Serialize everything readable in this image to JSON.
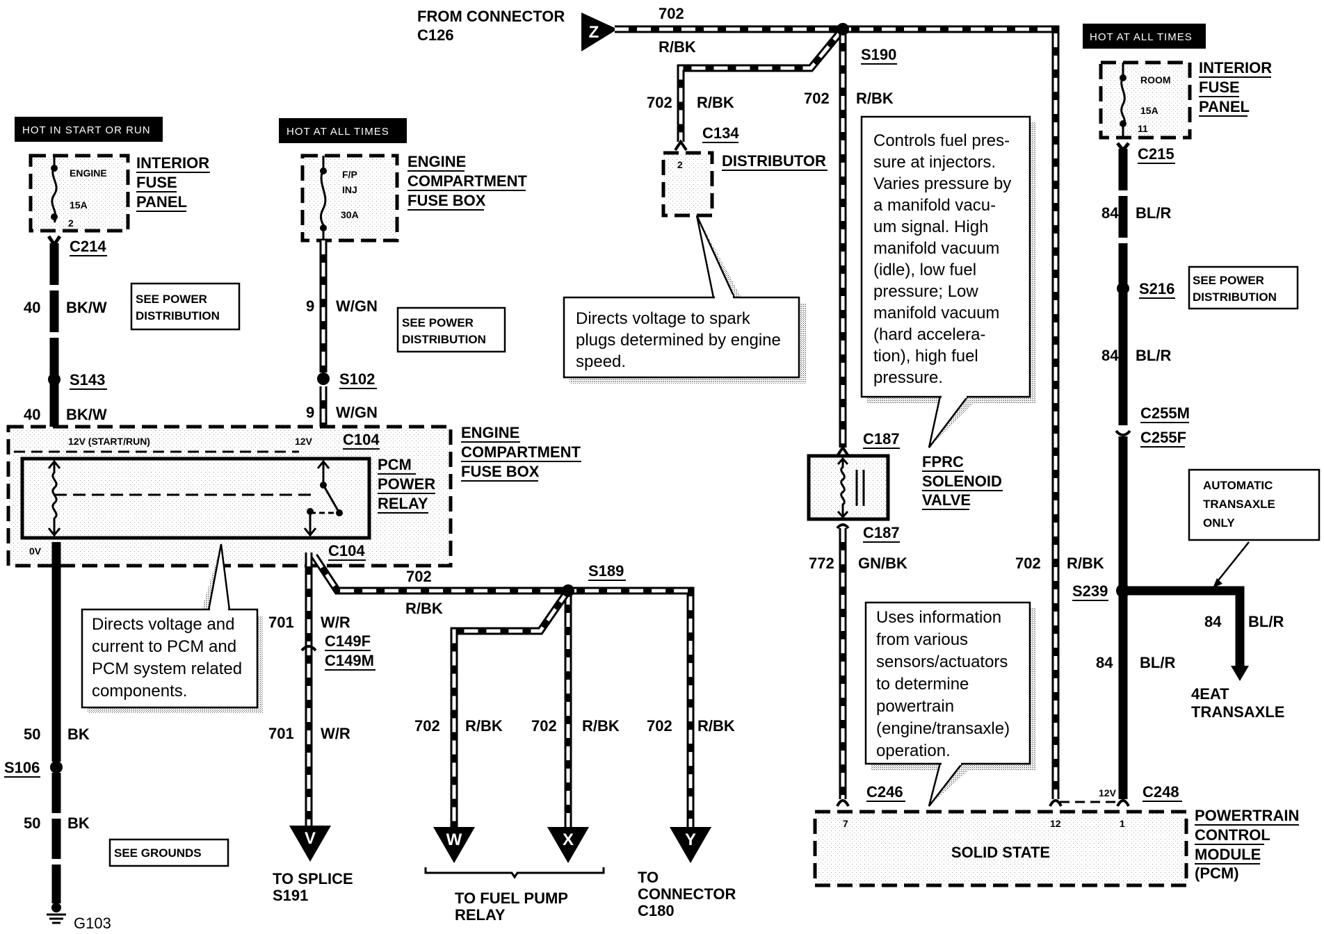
{
  "hot_labels": {
    "start_run": "HOT IN START OR RUN",
    "all_times_1": "HOT AT ALL TIMES",
    "all_times_2": "HOT AT ALL TIMES"
  },
  "fuses": {
    "engine": {
      "name": "ENGINE",
      "rating": "15A",
      "pin": "2",
      "panel": [
        "INTERIOR",
        "FUSE",
        "PANEL"
      ]
    },
    "fp_inj": {
      "name_1": "F/P",
      "name_2": "INJ",
      "rating": "30A",
      "panel": [
        "ENGINE",
        "COMPARTMENT",
        "FUSE BOX"
      ]
    },
    "room": {
      "name": "ROOM",
      "rating": "15A",
      "pin": "11",
      "panel": [
        "INTERIOR",
        "FUSE",
        "PANEL"
      ]
    }
  },
  "connectors": {
    "c214": "C214",
    "c215": "C215",
    "c104_top": "C104",
    "c104_bottom": "C104",
    "c149f": "C149F",
    "c149m": "C149M",
    "c134": "C134",
    "c187_top": "C187",
    "c187_bottom": "C187",
    "c255m": "C255M",
    "c255f": "C255F",
    "c246": "C246",
    "c248": "C248"
  },
  "splices": {
    "s143": "S143",
    "s102": "S102",
    "s106": "S106",
    "s189": "S189",
    "s190": "S190",
    "s216": "S216",
    "s239": "S239"
  },
  "ground": "G103",
  "wires": {
    "w40": {
      "circuit": "40",
      "color": "BK/W"
    },
    "w9": {
      "circuit": "9",
      "color": "W/GN"
    },
    "w50": {
      "circuit": "50",
      "color": "BK"
    },
    "w701": {
      "circuit": "701",
      "color": "W/R"
    },
    "w702": {
      "circuit": "702",
      "color": "R/BK"
    },
    "w772": {
      "circuit": "772",
      "color": "GN/BK"
    },
    "w84": {
      "circuit": "84",
      "color": "BL/R"
    }
  },
  "notes": {
    "see_power_1": [
      "SEE POWER",
      "DISTRIBUTION"
    ],
    "see_power_2": [
      "SEE POWER",
      "DISTRIBUTION"
    ],
    "see_power_3": [
      "SEE POWER",
      "DISTRIBUTION"
    ],
    "see_grounds": "SEE GROUNDS",
    "auto_only": [
      "AUTOMATIC",
      "TRANSAXLE",
      "ONLY"
    ]
  },
  "relay": {
    "label": [
      "PCM",
      "POWER",
      "RELAY"
    ],
    "v_start_run": "12V (START/RUN)",
    "v_12": "12V",
    "v_0": "0V",
    "box_label": [
      "ENGINE",
      "COMPARTMENT",
      "FUSE BOX"
    ]
  },
  "distributor": {
    "label": "DISTRIBUTOR",
    "pin": "2"
  },
  "fprc": {
    "label": [
      "FPRC",
      "SOLENOID",
      "VALVE"
    ]
  },
  "pcm": {
    "label": [
      "POWERTRAIN",
      "CONTROL",
      "MODULE",
      "(PCM)"
    ],
    "center": "SOLID STATE",
    "pins": [
      "7",
      "12",
      "1"
    ],
    "v_12": "12V"
  },
  "callouts": {
    "relay": [
      "Directs voltage and",
      "current to PCM and",
      "PCM system related",
      "components."
    ],
    "distributor": [
      "Directs voltage to spark",
      "plugs determined by engine",
      "speed."
    ],
    "fprc": [
      "Controls fuel pres-",
      "sure at injectors.",
      "Varies pressure by",
      "a manifold vacu-",
      "um signal. High",
      "manifold vacuum",
      "(idle), low fuel",
      "pressure; Low",
      "manifold vacuum",
      "(hard accelera-",
      "tion), high fuel",
      "pressure."
    ],
    "pcm": [
      "Uses information",
      "from various",
      "sensors/actuators",
      "to determine",
      "powertrain",
      "(engine/transaxle)",
      "operation."
    ]
  },
  "destinations": {
    "from_c126": [
      "FROM CONNECTOR",
      "C126"
    ],
    "z": "Z",
    "v": "V",
    "w": "W",
    "x": "X",
    "y": "Y",
    "to_s191": [
      "TO SPLICE",
      "S191"
    ],
    "to_fuel_pump": [
      "TO FUEL PUMP",
      "RELAY"
    ],
    "to_c180": [
      "TO",
      "CONNECTOR",
      "C180"
    ],
    "to_4eat": [
      "4EAT",
      "TRANSAXLE"
    ]
  }
}
